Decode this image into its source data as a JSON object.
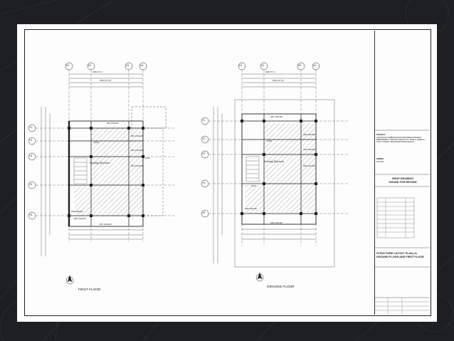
{
  "sheet": {
    "plans": [
      {
        "id": "first",
        "label": "FIRST FLOOR"
      },
      {
        "id": "ground",
        "label": "GROUND FLOOR"
      }
    ],
    "grid_columns": [
      "X1",
      "X2",
      "X3",
      "X4"
    ],
    "grid_rows": [
      "Y1",
      "Y2",
      "Y3",
      "Y4",
      "Y5"
    ],
    "existing_label": "Existing Structure",
    "beam_labels_first": [
      "FB1 150x400",
      "FB2 150x400",
      "FB3 150x400",
      "FB4 150x400",
      "FB5 150x400",
      "FB6 150x400",
      "FB7 150x400"
    ],
    "beam_labels_ground": [
      "GB1 150x400",
      "GB2 150x400",
      "GB3 150x400",
      "GB4 150x400",
      "GB5 150x400",
      "GB6 150x400"
    ],
    "col_tag": "GCW",
    "dim_a": "1680 (5'-6\")",
    "dim_b": "3300 (10'-10\")"
  },
  "title_block": {
    "project_head": "PROJECT",
    "project_text": "CADANGAN TAMBAHAN DAN PERUBAHAN RUMAH BERKEMBAR 2 TINGKAT DIATAS LOT, MUKIM, DAERAH HULU LANGAT, SELANGOR DARUL EHSAN",
    "owner_head": "OWNER",
    "owner_text": "TETUAN",
    "drawing_status_1": "SHOP DRAWING",
    "drawing_status_2": "ISSUED FOR REVIEW",
    "drawing_title_1": "STRUCTURE LAYOUT PLAN (1)",
    "drawing_title_2": "GROUND FLOOR AND FIRST FLOOR"
  }
}
